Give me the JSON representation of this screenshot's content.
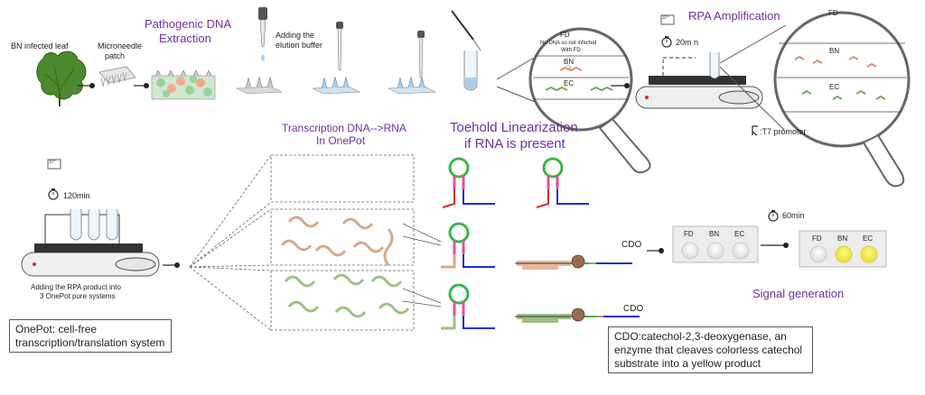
{
  "labels": {
    "leaf": "BN infected leaf",
    "patch_line1": "Microneedle",
    "patch_line2": "patch",
    "extraction_line1": "Pathogenic DNA",
    "extraction_line2": "Extraction",
    "elution_line1": "Adding the",
    "elution_line2": "elution buffer",
    "rpa_title": "RPA Amplification",
    "rpa_time": "20m n",
    "rpa_temp": "37°",
    "fd_lens_fd": "FD",
    "fd_lens_note1": "No DNA so not infected",
    "fd_lens_note2": "With FD",
    "fd_lens_bn": "BN",
    "fd_lens_ec": "EC",
    "rpa_lens_fd": "FD",
    "rpa_lens_bn": "BN",
    "rpa_lens_ec": "EC",
    "t7_promoter": ":T7 promoter",
    "onepot_temp": "37°",
    "onepot_time": "120min",
    "onepot_add_line1": "Adding the RPA product into",
    "onepot_add_line2": "3 OnePot pure systems",
    "transcription_line1": "Transcription DNA-->RNA",
    "transcription_line2": "In OnePot",
    "toehold_line1": "Toehold Linearization",
    "toehold_line2": "if RNA is present",
    "cdo_label1": "CDO",
    "cdo_label2": "CDO",
    "signal_time": "60min",
    "well_fd_1": "FD",
    "well_bn_1": "BN",
    "well_ec_1": "EC",
    "well_fd_2": "FD",
    "well_bn_2": "BN",
    "well_ec_2": "EC",
    "signal_generation": "Signal generation",
    "onepot_box": "OnePot: cell-free transcription/translation system",
    "cdo_box": "CDO:catechol-2,3-deoxygenase, an enzyme that cleaves colorless catechol substrate into a yellow product"
  },
  "colors": {
    "purple_text": "#7030a0",
    "yellow_well": "#f2ef4a",
    "rna_tan": "#d8a88a",
    "rna_green": "#9ebf84",
    "stem_green": "#3cb54a",
    "stem_blue": "#1a2fd6",
    "stem_red": "#d62b2b",
    "stem_pink": "#e0529a"
  }
}
